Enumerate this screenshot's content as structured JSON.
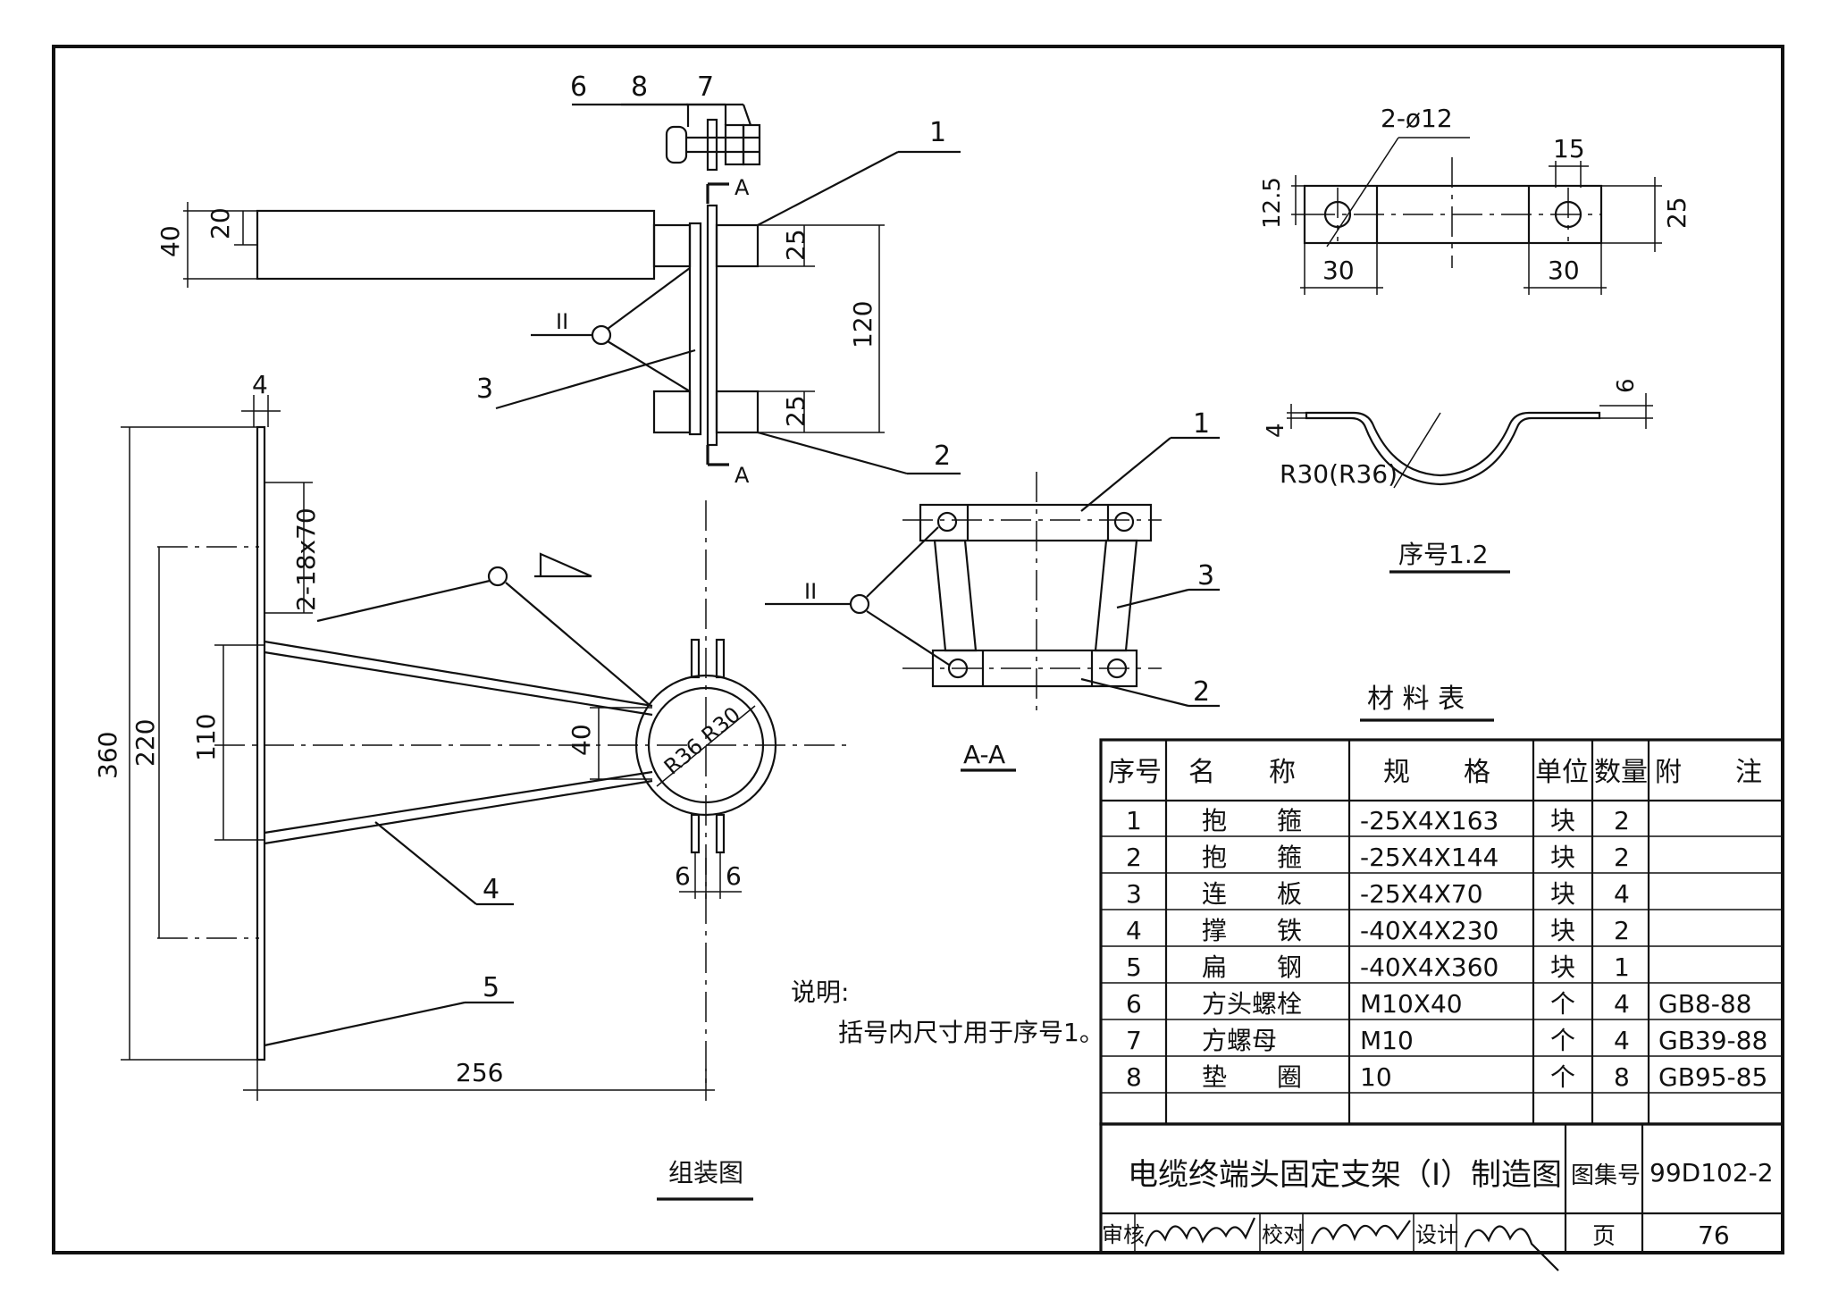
{
  "views": {
    "assembly": {
      "title": "组装图",
      "callouts": [
        "6",
        "8",
        "7",
        "1",
        "3",
        "2",
        "4",
        "5"
      ],
      "section_mark": "A",
      "weld_symbol": "II",
      "dims": {
        "d40": "40",
        "d20": "20",
        "d25a": "25",
        "d25b": "25",
        "d120": "120",
        "d4": "4",
        "d2_18x70": "2-18x70",
        "d360": "360",
        "d220": "220",
        "d110": "110",
        "d40b": "40",
        "r_label": "R36 R30",
        "d6a": "6",
        "d6b": "6",
        "d256": "256"
      }
    },
    "section_aa": {
      "title": "A-A",
      "callouts": [
        "1",
        "3",
        "2"
      ],
      "weld_symbol": "II"
    },
    "detail_12": {
      "title": "序号1.2",
      "dims": {
        "holes": "2-ø12",
        "d15": "15",
        "d12_5": "12.5",
        "d25": "25",
        "d30a": "30",
        "d30b": "30",
        "d6": "6",
        "d4": "4",
        "radius": "R30(R36)"
      }
    }
  },
  "notes": {
    "heading": "说明:",
    "text": "括号内尺寸用于序号1。"
  },
  "materials": {
    "title": "材 料 表",
    "headers": [
      "序号",
      "名　　称",
      "规　　格",
      "单位",
      "数量",
      "附　　注"
    ],
    "rows": [
      [
        "1",
        "抱　　箍",
        "-25X4X163",
        "块",
        "2",
        ""
      ],
      [
        "2",
        "抱　　箍",
        "-25X4X144",
        "块",
        "2",
        ""
      ],
      [
        "3",
        "连　　板",
        "-25X4X70",
        "块",
        "4",
        ""
      ],
      [
        "4",
        "撑　　铁",
        "-40X4X230",
        "块",
        "2",
        ""
      ],
      [
        "5",
        "扁　　钢",
        "-40X4X360",
        "块",
        "1",
        ""
      ],
      [
        "6",
        "方头螺栓",
        "M10X40",
        "个",
        "4",
        "GB8-88"
      ],
      [
        "7",
        "方螺母",
        "M10",
        "个",
        "4",
        "GB39-88"
      ],
      [
        "8",
        "垫　　圈",
        "10",
        "个",
        "8",
        "GB95-85"
      ]
    ]
  },
  "title_block": {
    "drawing_title": "电缆终端头固定支架（I）制造图",
    "atlas_label": "图集号",
    "atlas_no": "99D102-2",
    "review_label": "审核",
    "check_label": "校对",
    "design_label": "设计",
    "page_label": "页",
    "page_no": "76"
  }
}
